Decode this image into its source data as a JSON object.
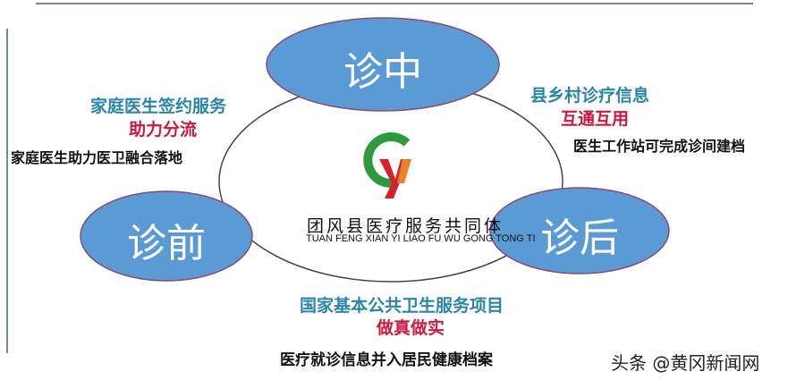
{
  "nodes": {
    "top": "诊中",
    "left": "诊前",
    "right": "诊后"
  },
  "top_left": {
    "title": "家庭医生签约服务",
    "highlight": "助力分流",
    "detail": "家庭医生助力医卫融合落地"
  },
  "top_right": {
    "title": "县乡村诊疗信息",
    "highlight": "互通互用",
    "detail": "医生工作站可完成诊间建档"
  },
  "bottom": {
    "title": "国家基本公共卫生服务项目",
    "highlight": "做真做实",
    "detail": "医疗就诊信息并入居民健康档案"
  },
  "logo": {
    "letters": "Cy",
    "name_cn": "团风县医疗服务共同体",
    "name_pinyin": "TUAN FENG XIAN YI LIAO FU WU GONG TONG TI"
  },
  "watermark": "头条 @黄冈新闻网",
  "colors": {
    "node_fill": "#5b9bd5",
    "node_stroke": "#8e4a6a",
    "blue_text": "#2a86a8",
    "red_text": "#d0183e"
  }
}
